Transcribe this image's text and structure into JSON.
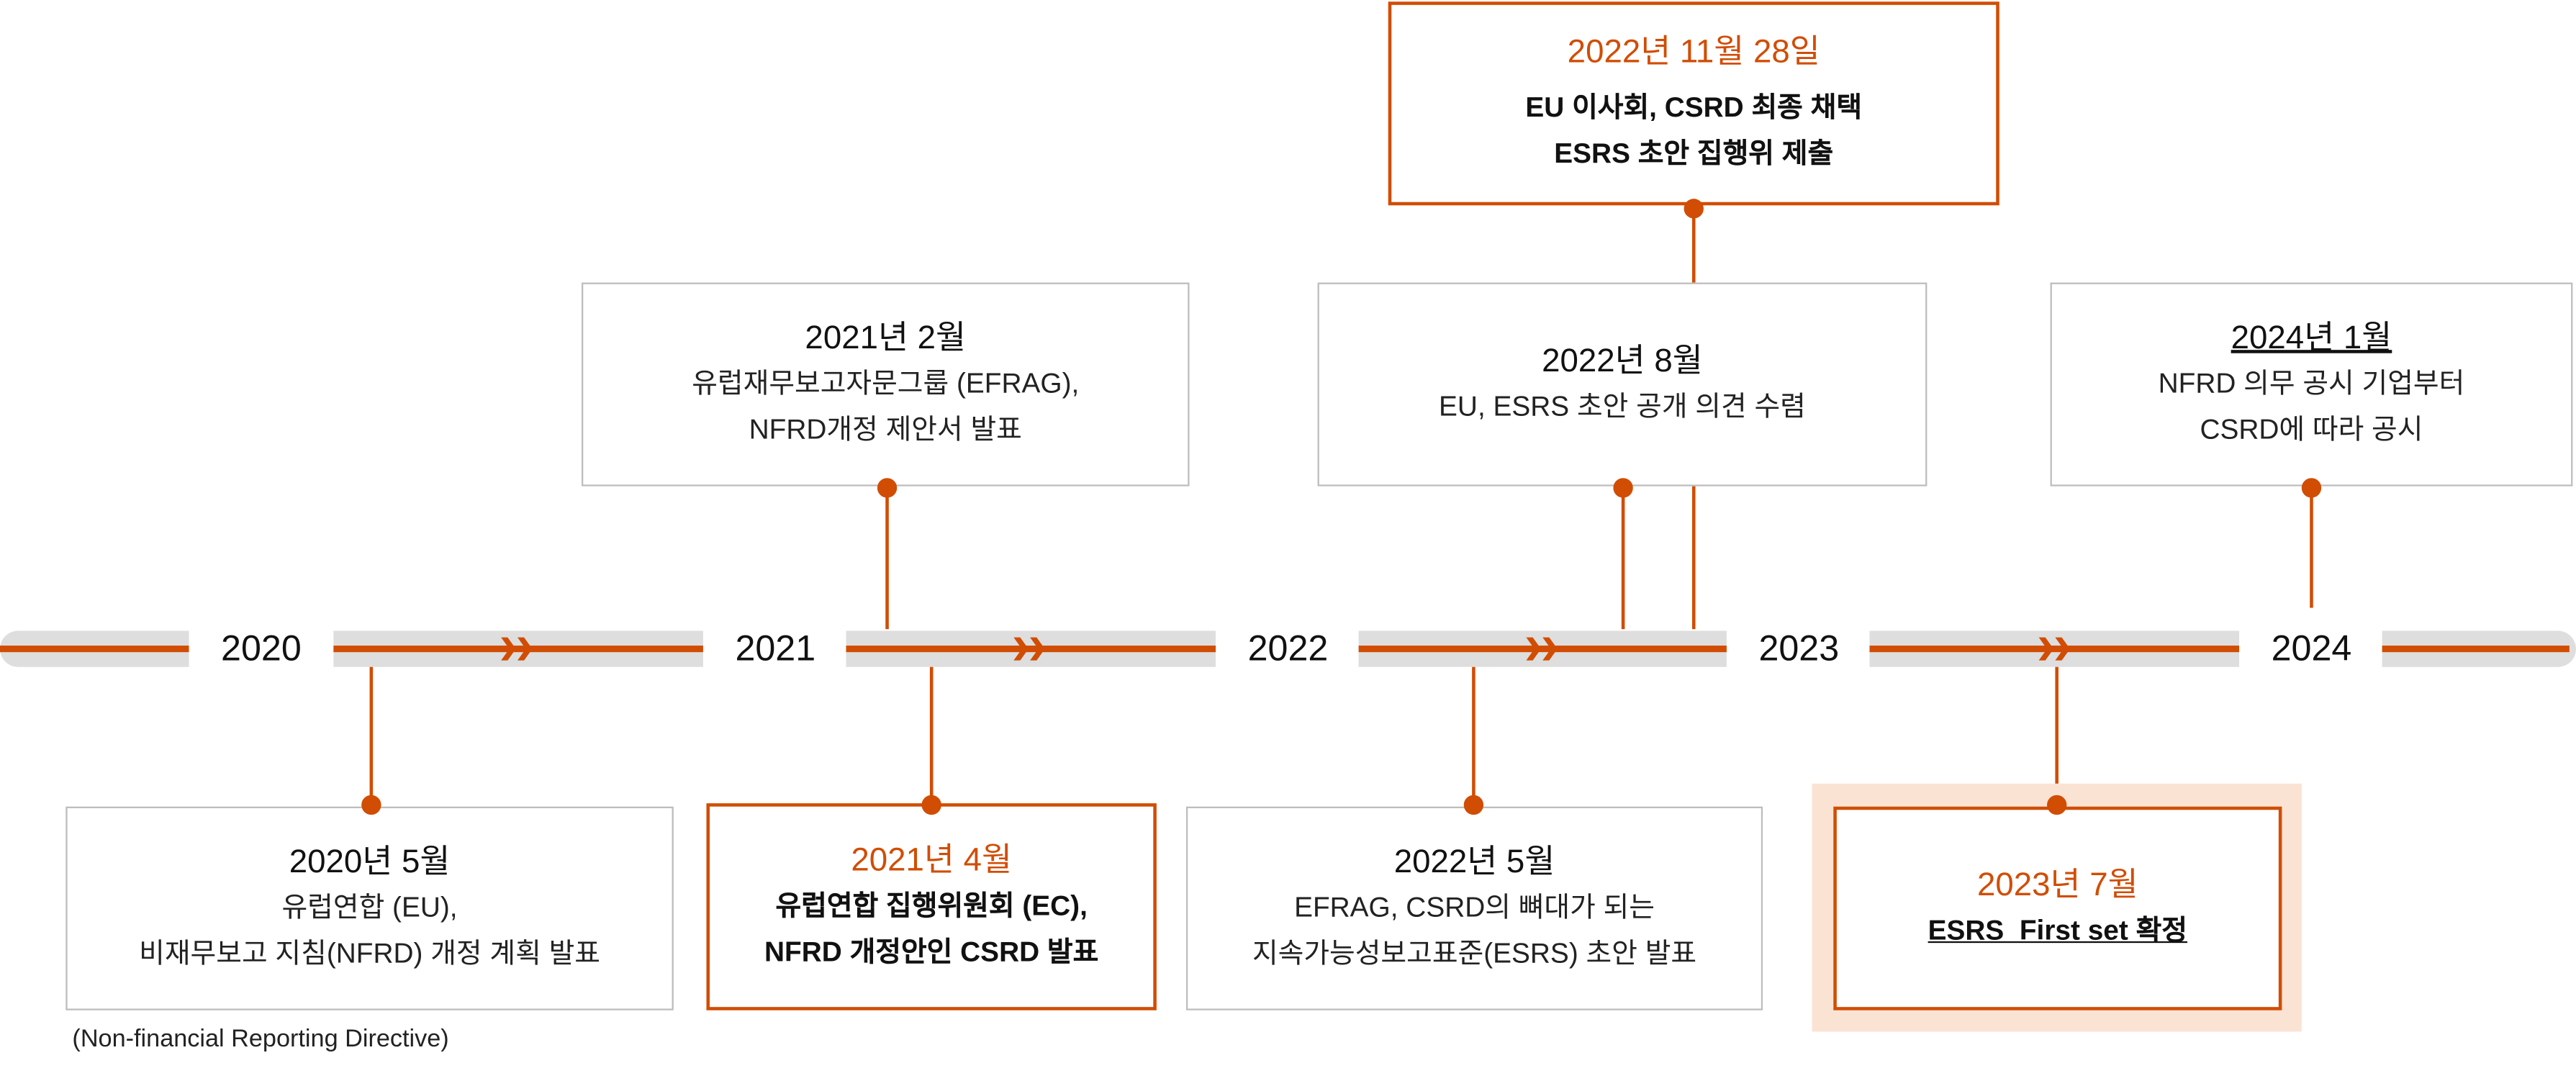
{
  "years": [
    "2020",
    "2021",
    "2022",
    "2023",
    "2024"
  ],
  "colors": {
    "accent": "#d14d04",
    "track": "#dedede",
    "highlight_bg": "#fbe3d3"
  },
  "events": {
    "e2020_05": {
      "date": "2020년 5월",
      "lines": [
        "유럽연합 (EU),",
        "비재무보고 지침(NFRD) 개정 계획 발표"
      ]
    },
    "e2021_02": {
      "date": "2021년 2월",
      "lines": [
        "유럽재무보고자문그룹 (EFRAG),",
        "NFRD개정 제안서 발표"
      ]
    },
    "e2021_04": {
      "date": "2021년 4월",
      "lines": [
        "유럽연합 집행위원회 (EC),",
        "NFRD 개정안인 CSRD 발표"
      ]
    },
    "e2022_05": {
      "date": "2022년 5월",
      "lines": [
        "EFRAG, CSRD의 뼈대가 되는",
        "지속가능성보고표준(ESRS) 초안 발표"
      ]
    },
    "e2022_08": {
      "date": "2022년 8월",
      "lines": [
        "EU, ESRS 초안 공개 의견 수렴"
      ]
    },
    "e2022_11": {
      "date": "2022년 11월 28일",
      "lines": [
        "EU 이사회, CSRD 최종 채택",
        "ESRS 초안 집행위 제출"
      ]
    },
    "e2023_07": {
      "date": "2023년 7월",
      "lines": [
        "ESRS  First set 확정"
      ]
    },
    "e2024_01": {
      "date": "2024년 1월",
      "lines": [
        "NFRD 의무 공시 기업부터",
        "CSRD에 따라 공시"
      ]
    }
  },
  "footnote": "(Non-financial Reporting Directive)"
}
